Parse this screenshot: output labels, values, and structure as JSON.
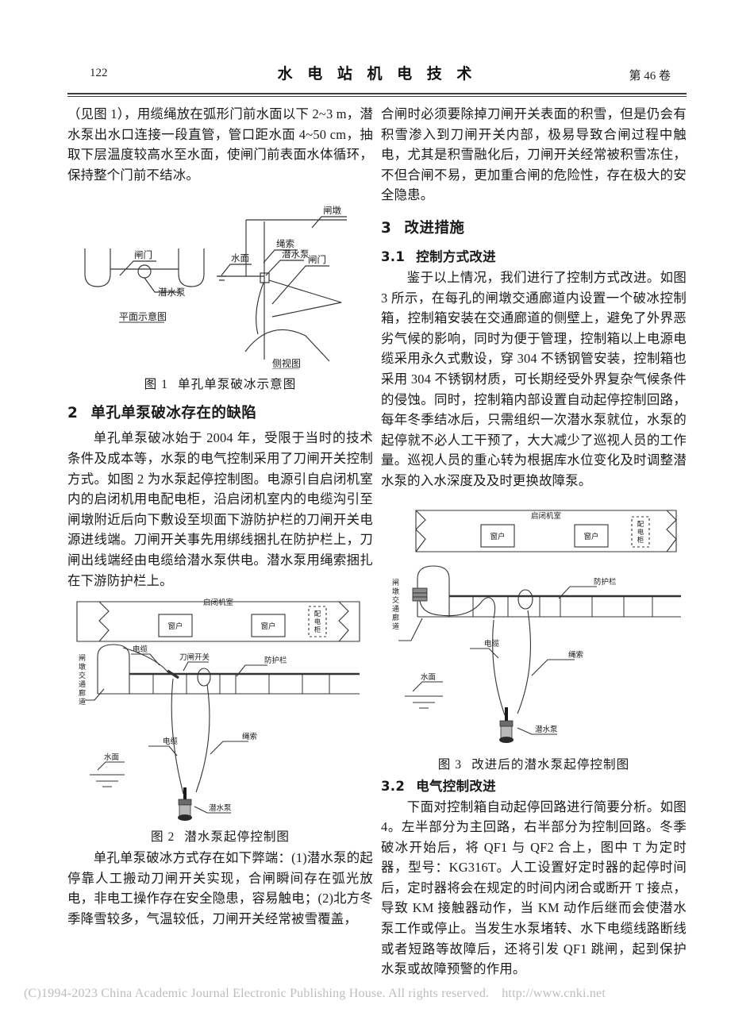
{
  "header": {
    "folio": "122",
    "journal_title": "水 电 站 机 电 技 术",
    "volume": "第 46 卷"
  },
  "left_column": {
    "para_continued": "（见图 1），用缆绳放在弧形门前水面以下 2~3 m，潜水泵出水口连接一段直管，管口距水面 4~50 cm，抽取下层温度较高水至水面，使闸门前表面水体循环，保持整个门前不结冰。",
    "figure1": {
      "caption_no": "图 1",
      "caption_text": "单孔单泵破冰示意图",
      "plan_view_title": "平面示意图",
      "side_view_title": "侧视图",
      "labels": {
        "gate_plan": "闸门",
        "pump_plan": "潜水泵",
        "pier": "闸墩",
        "rope": "绳索",
        "pump_side": "潜水泵",
        "water_surface": "水面",
        "gate_side": "闸门"
      }
    },
    "section2": {
      "number": "2",
      "title": "单孔单泵破冰存在的缺陷",
      "para": "单孔单泵破冰始于 2004 年，受限于当时的技术条件及成本等，水泵的电气控制采用了刀闸开关控制方式。如图 2 为水泵起停控制图。电源引自启闭机室内的启闭机用电配电柜，沿启闭机室内的电缆沟引至闸墩附近后向下敷设至坝面下游防护栏的刀闸开关电源进线端。刀闸开关事先用绑线捆扎在防护栏上，刀闸出线端经由电缆给潜水泵供电。潜水泵用绳索捆扎在下游防护栏上。"
    },
    "figure2": {
      "caption_no": "图 2",
      "caption_text": "潜水泵起停控制图",
      "labels": {
        "hoist_room": "启闭机室",
        "window_1": "窗户",
        "window_2": "窗户",
        "switchgear_cabinet": "配电柜",
        "pier_corridor": "闸墩交通廊道",
        "cable_top": "电缆",
        "knife_switch": "刀闸开关",
        "guardrail": "防护栏",
        "rope": "绳索",
        "cable_low": "电缆",
        "water_surface": "水面",
        "pump": "潜水泵"
      }
    },
    "para_after_fig2": "单孔单泵破冰方式存在如下弊端：(1)潜水泵的起停靠人工搬动刀闸开关实现，合闸瞬间存在弧光放电，非电工操作存在安全隐患，容易触电；(2)北方冬季降雪较多，气温较低，刀闸开关经常被雪覆盖，"
  },
  "right_column": {
    "para_continued": "合闸时必须要除掉刀闸开关表面的积雪，但是仍会有积雪渗入到刀闸开关内部，极易导致合闸过程中触电，尤其是积雪融化后，刀闸开关经常被积雪冻住，不但合闸不易，更加重合闸的危险性，存在极大的安全隐患。",
    "section3": {
      "number": "3",
      "title": "改进措施"
    },
    "section31": {
      "number": "3.1",
      "title": "控制方式改进",
      "para": "鉴于以上情况，我们进行了控制方式改进。如图 3 所示，在每孔的闸墩交通廊道内设置一个破冰控制箱，控制箱安装在交通廊道的侧壁上，避免了外界恶劣气候的影响，同时为便于管理，控制箱以上电源电缆采用永久式敷设，穿 304 不锈钢管安装，控制箱也采用 304 不锈钢材质，可长期经受外界复杂气候条件的侵蚀。同时，控制箱内部设置自动起停控制回路，每年冬季结冰后，只需组织一次潜水泵就位，水泵的起停就不必人工干预了，大大减少了巡视人员的工作量。巡视人员的重心转为根据库水位变化及时调整潜水泵的入水深度及及时更换故障泵。"
    },
    "figure3": {
      "caption_no": "图 3",
      "caption_text": "改进后的潜水泵起停控制图",
      "labels": {
        "hoist_room": "启闭机室",
        "window_1": "窗户",
        "window_2": "窗户",
        "switchgear_cabinet": "配电柜",
        "pier_corridor": "闸墩交通廊道",
        "guardrail": "防护栏",
        "rope": "绳索",
        "cable": "电缆",
        "water_surface": "水面",
        "pump": "潜水泵"
      }
    },
    "section32": {
      "number": "3.2",
      "title": "电气控制改进",
      "para": "下面对控制箱自动起停回路进行简要分析。如图 4。左半部分为主回路，右半部分为控制回路。冬季破冰开始后，将 QF1 与 QF2 合上，图中 T 为定时器，型号：KG316T。人工设置好定时器的起停时间后，定时器将会在规定的时间内闭合或断开 T 接点，导致 KM 接触器动作，当 KM 动作后继而会使潜水泵工作或停止。当发生水泵堵转、水下电缆线路断线或者短路等故障后，还将引发 QF1 跳闸，起到保护水泵或故障预警的作用。"
    }
  },
  "footer": {
    "copyright": "(C)1994-2023 China Academic Journal Electronic Publishing House. All rights reserved.",
    "url": "http://www.cnki.net"
  },
  "colors": {
    "ink": "#1a1a1a",
    "rule": "#3a3a3a",
    "footer_grey": "#bdbdbd",
    "line": "#333333"
  }
}
